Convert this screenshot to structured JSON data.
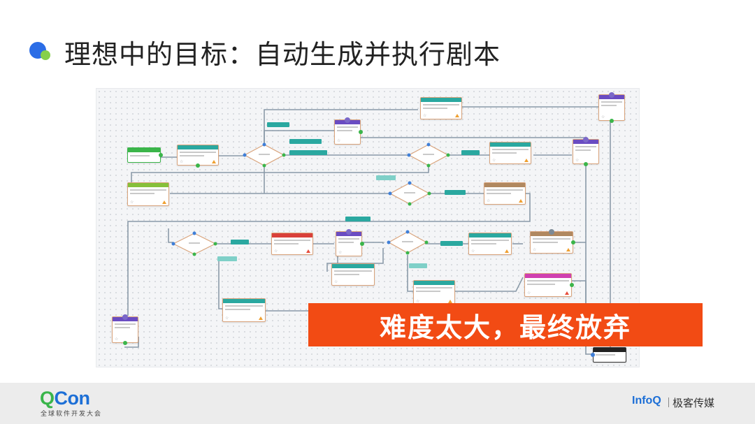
{
  "slide": {
    "title": "理想中的目标：自动生成并执行剧本",
    "banner": "难度太大，最终放弃"
  },
  "footer": {
    "qcon_q": "Q",
    "qcon_rest": "Con",
    "qcon_sub": "全球软件开发大会",
    "infoq": "InfoQ",
    "jike": "极客传媒"
  },
  "colors": {
    "banner": "#f24b14",
    "bullet_blue": "#2b6de6",
    "bullet_green": "#86d04a",
    "qcon_green": "#39b54a",
    "qcon_blue": "#1d6fd6"
  }
}
